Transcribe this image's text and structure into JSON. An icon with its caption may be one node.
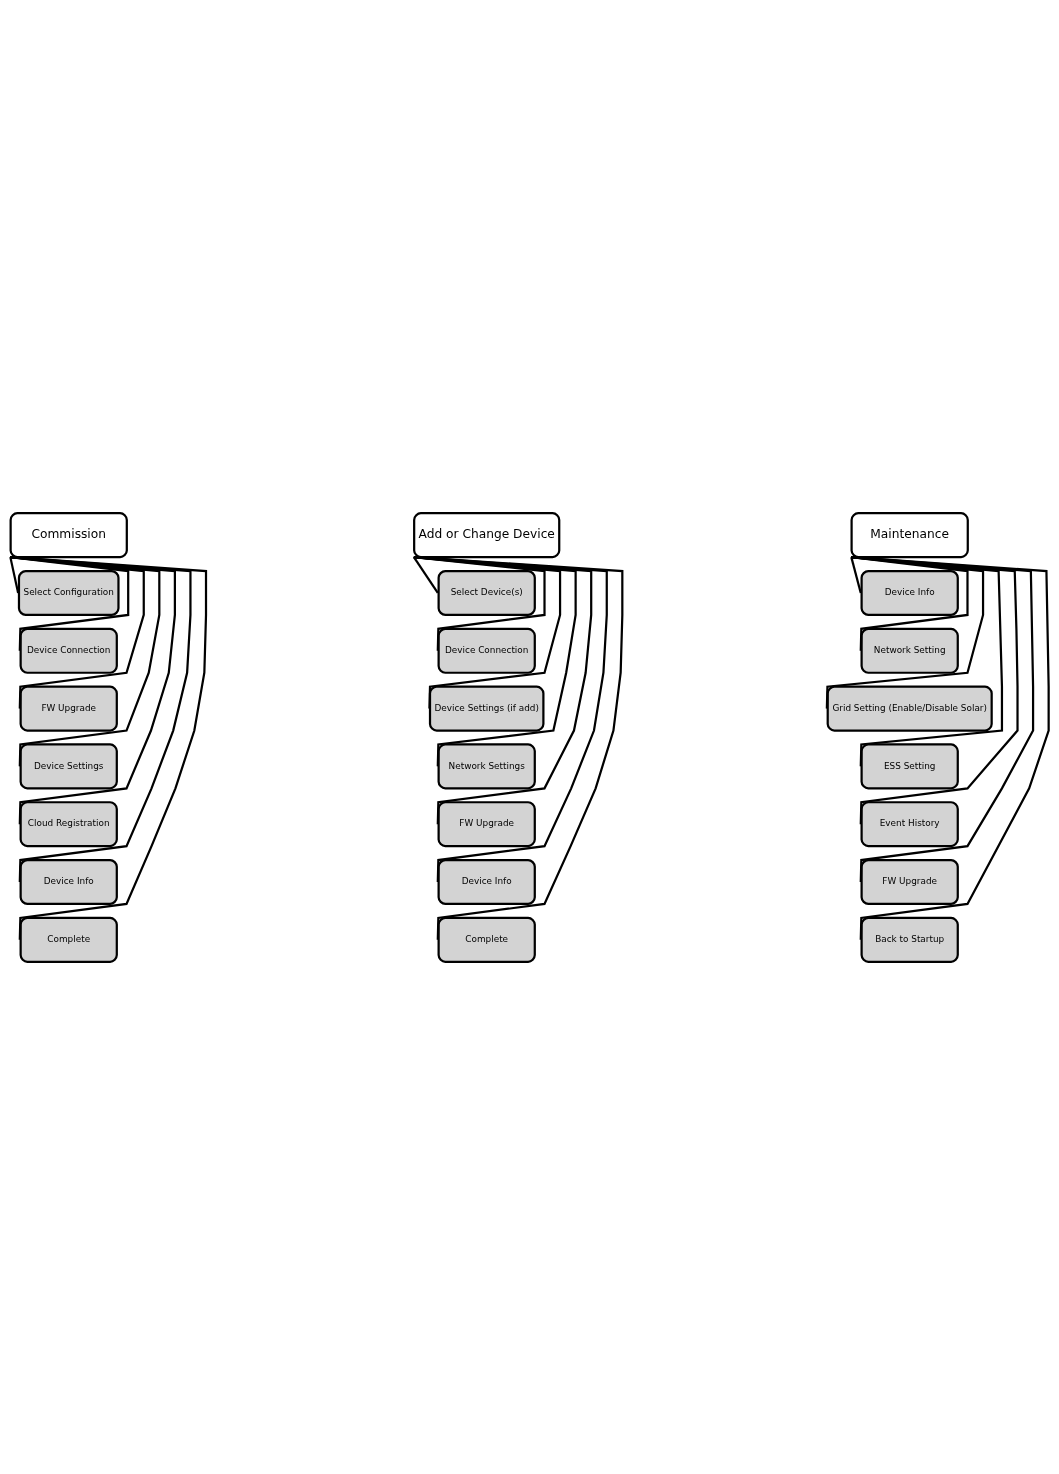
{
  "diagram": {
    "nodes": [
      {
        "text": [
          "Commission"
        ]
      },
      {
        "text": [
          "Select Configuration"
        ]
      },
      {
        "text": [
          "Device Connection"
        ]
      },
      {
        "text": [
          "FW Upgrade"
        ]
      },
      {
        "text": [
          "Device Settings"
        ]
      },
      {
        "text": [
          "Cloud Registration"
        ]
      },
      {
        "text": [
          "Device Info"
        ]
      },
      {
        "text": [
          "Complete"
        ]
      },
      {
        "text": [
          "Add or Change Device"
        ]
      },
      {
        "text": [
          "Select Device(s)"
        ]
      },
      {
        "text": [
          "Device Connection"
        ]
      },
      {
        "text": [
          "Device Settings (if add)"
        ]
      },
      {
        "text": [
          "Network Settings"
        ]
      },
      {
        "text": [
          "FW Upgrade"
        ]
      },
      {
        "text": [
          "Device Info"
        ]
      },
      {
        "text": [
          "Complete"
        ]
      },
      {
        "text": [
          "Maintenance"
        ]
      },
      {
        "text": [
          "Device Info"
        ]
      },
      {
        "text": [
          "Network Setting"
        ]
      },
      {
        "text": [
          "Grid Setting (Enable/Disable Solar)"
        ]
      },
      {
        "text": [
          "ESS Setting"
        ]
      },
      {
        "text": [
          "Event History"
        ]
      },
      {
        "text": [
          "FW Upgrade"
        ]
      },
      {
        "text": [
          "Back to Startup"
        ]
      }
    ],
    "edges": [
      {
        "from": 0,
        "to": 1,
        "arrow": "none"
      },
      {
        "from": 0,
        "to": 2,
        "arrow": "none"
      },
      {
        "from": 0,
        "to": 3,
        "arrow": "none"
      },
      {
        "from": 0,
        "to": 4,
        "arrow": "none"
      },
      {
        "from": 0,
        "to": 5,
        "arrow": "none"
      },
      {
        "from": 0,
        "to": 6,
        "arrow": "none"
      },
      {
        "from": 0,
        "to": 7,
        "arrow": "none"
      },
      {
        "from": 8,
        "to": 9,
        "arrow": "none"
      },
      {
        "from": 8,
        "to": 10,
        "arrow": "none"
      },
      {
        "from": 8,
        "to": 11,
        "arrow": "none"
      },
      {
        "from": 8,
        "to": 12,
        "arrow": "none"
      },
      {
        "from": 8,
        "to": 13,
        "arrow": "none"
      },
      {
        "from": 8,
        "to": 14,
        "arrow": "none"
      },
      {
        "from": 8,
        "to": 15,
        "arrow": "none"
      },
      {
        "from": 16,
        "to": 17,
        "arrow": "none"
      },
      {
        "from": 16,
        "to": 18,
        "arrow": "none"
      },
      {
        "from": 16,
        "to": 19,
        "arrow": "none"
      },
      {
        "from": 16,
        "to": 20,
        "arrow": "none"
      },
      {
        "from": 16,
        "to": 21,
        "arrow": "none"
      },
      {
        "from": 16,
        "to": 22,
        "arrow": "none"
      },
      {
        "from": 16,
        "to": 23,
        "arrow": "none"
      }
    ]
  }
}
